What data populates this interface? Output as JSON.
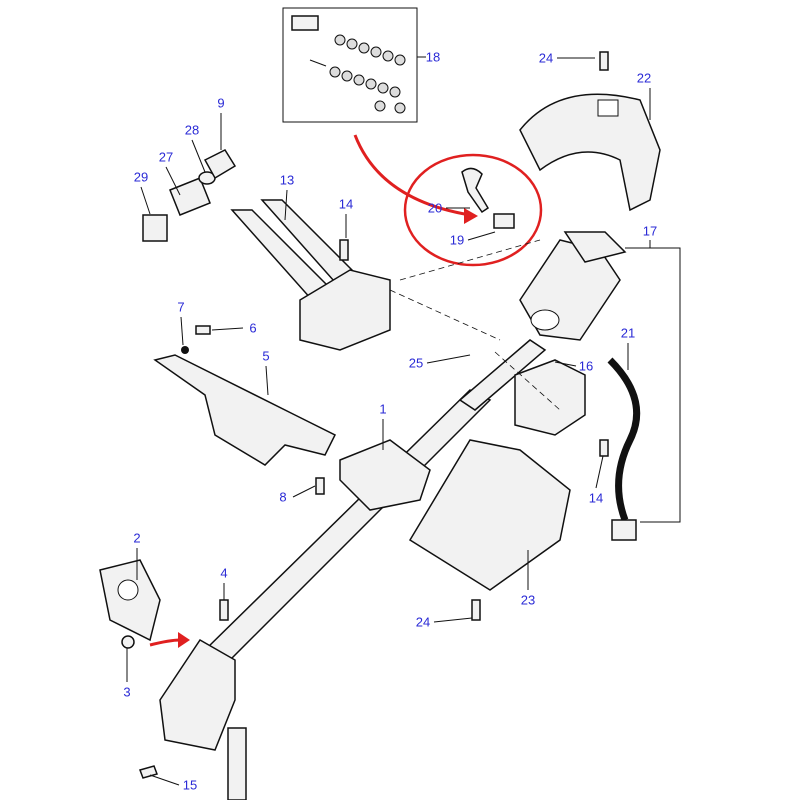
{
  "callouts": [
    {
      "id": "c18",
      "text": "18"
    },
    {
      "id": "c24a",
      "text": "24"
    },
    {
      "id": "c22",
      "text": "22"
    },
    {
      "id": "c9",
      "text": "9"
    },
    {
      "id": "c28",
      "text": "28"
    },
    {
      "id": "c27",
      "text": "27"
    },
    {
      "id": "c29",
      "text": "29"
    },
    {
      "id": "c13",
      "text": "13"
    },
    {
      "id": "c14a",
      "text": "14"
    },
    {
      "id": "c20",
      "text": "20"
    },
    {
      "id": "c19",
      "text": "19"
    },
    {
      "id": "c17",
      "text": "17"
    },
    {
      "id": "c7",
      "text": "7"
    },
    {
      "id": "c6",
      "text": "6"
    },
    {
      "id": "c5",
      "text": "5"
    },
    {
      "id": "c25",
      "text": "25"
    },
    {
      "id": "c16",
      "text": "16"
    },
    {
      "id": "c21",
      "text": "21"
    },
    {
      "id": "c1",
      "text": "1"
    },
    {
      "id": "c8",
      "text": "8"
    },
    {
      "id": "c14b",
      "text": "14"
    },
    {
      "id": "c2",
      "text": "2"
    },
    {
      "id": "c4",
      "text": "4"
    },
    {
      "id": "c23",
      "text": "23"
    },
    {
      "id": "c24b",
      "text": "24"
    },
    {
      "id": "c3",
      "text": "3"
    },
    {
      "id": "c15",
      "text": "15"
    }
  ],
  "colors": {
    "label": "#2a2ad6",
    "highlight": "#e02020",
    "line": "#111111"
  }
}
